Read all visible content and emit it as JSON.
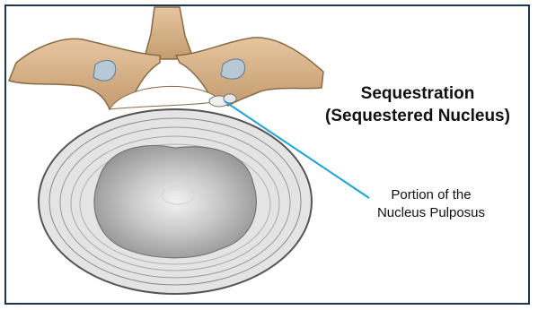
{
  "title": {
    "line1": "Sequestration",
    "line2": "(Sequestered Nucleus)"
  },
  "callout": {
    "line1": "Portion of the",
    "line2": "Nucleus Pulposus"
  },
  "colors": {
    "border": "#1c3550",
    "bone": "#d8b48c",
    "disc": "#e4e4e4",
    "nucleus": "#9a9a9a",
    "pointer_line": "#1aa3d9"
  }
}
